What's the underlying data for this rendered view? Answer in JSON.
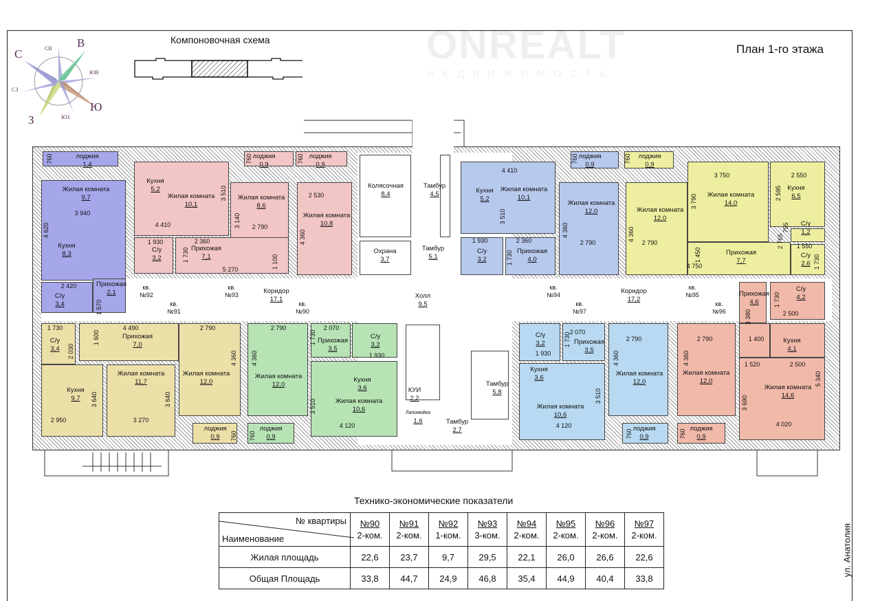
{
  "header": {
    "layout_scheme_title": "Компоновочная схема",
    "plan_title": "План 1-го этажа",
    "watermark": {
      "brand": "ONREALT",
      "subtitle": "НЕДВИЖИМОСТЬ"
    }
  },
  "compass": {
    "N": "С",
    "NE": "СВ",
    "E": "В",
    "SE": "ЮВ",
    "S": "Ю",
    "SW": "ЮЗ",
    "W": "З",
    "NW": "СЗ"
  },
  "apartment_colors": {
    "p90": "#b7e3b5",
    "p91": "#ece0a9",
    "p92": "#a6a6ea",
    "p93": "#f3c6c6",
    "p94": "#b8c9ee",
    "p95": "#eeeea0",
    "p96": "#f1b9aa",
    "p97": "#b8d9f1"
  },
  "apartment_tags": [
    {
      "prefix": "кв.",
      "num": "№92"
    },
    {
      "prefix": "кв.",
      "num": "№93"
    },
    {
      "prefix": "кв.",
      "num": "№91"
    },
    {
      "prefix": "кв.",
      "num": "№90"
    },
    {
      "prefix": "кв.",
      "num": "№94"
    },
    {
      "prefix": "кв.",
      "num": "№95"
    },
    {
      "prefix": "кв.",
      "num": "№97"
    },
    {
      "prefix": "кв.",
      "num": "№96"
    }
  ],
  "rooms": [
    {
      "name": "лоджия",
      "area": "1,4"
    },
    {
      "name": "Жилая комната",
      "area": "9,7"
    },
    {
      "name": "Кухня",
      "area": "8,3"
    },
    {
      "name": "С/у",
      "area": "3,4"
    },
    {
      "name": "Прихожая",
      "area": "2,1"
    },
    {
      "name": "Кухня",
      "area": "5,2"
    },
    {
      "name": "Жилая комната",
      "area": "10,1"
    },
    {
      "name": "Жилая комната",
      "area": "8,6"
    },
    {
      "name": "Жилая комната",
      "area": "10,8"
    },
    {
      "name": "лоджия",
      "area": "0,9"
    },
    {
      "name": "лоджия",
      "area": "0,9"
    },
    {
      "name": "С/у",
      "area": "3,2"
    },
    {
      "name": "Прихожая",
      "area": "7,1"
    },
    {
      "name": "Колясочная",
      "area": "8,4"
    },
    {
      "name": "Охрана",
      "area": "3,7"
    },
    {
      "name": "Тамбур",
      "area": "4,5"
    },
    {
      "name": "Тамбур",
      "area": "5,1"
    },
    {
      "name": "Холл",
      "area": "9,5"
    },
    {
      "name": "Коридор",
      "area": "17,1"
    },
    {
      "name": "Коридор",
      "area": "17,2"
    },
    {
      "name": "Кухня",
      "area": "5,2"
    },
    {
      "name": "Жилая комната",
      "area": "10,1"
    },
    {
      "name": "Жилая комната",
      "area": "12,0"
    },
    {
      "name": "лоджия",
      "area": "0,9"
    },
    {
      "name": "С/у",
      "area": "3,2"
    },
    {
      "name": "Прихожая",
      "area": "4,0"
    },
    {
      "name": "лоджия",
      "area": "0,9"
    },
    {
      "name": "Жилая комната",
      "area": "12,0"
    },
    {
      "name": "Жилая комната",
      "area": "14,0"
    },
    {
      "name": "Кухня",
      "area": "6,5"
    },
    {
      "name": "С/у",
      "area": "1,2"
    },
    {
      "name": "С/у",
      "area": "2,6"
    },
    {
      "name": "Прихожая",
      "area": "7,7"
    },
    {
      "name": "Прихожая",
      "area": "4,6"
    },
    {
      "name": "С/у",
      "area": "4,2"
    },
    {
      "name": "Кухня",
      "area": "4,1"
    },
    {
      "name": "Жилая комната",
      "area": "14,6"
    },
    {
      "name": "Жилая комната",
      "area": "12,0"
    },
    {
      "name": "лоджия",
      "area": "0,9"
    },
    {
      "name": "С/у",
      "area": "3,2"
    },
    {
      "name": "Прихожая",
      "area": "3,5"
    },
    {
      "name": "Кухня",
      "area": "3,6"
    },
    {
      "name": "Жилая комната",
      "area": "10,6"
    },
    {
      "name": "Жилая комната",
      "area": "12,0"
    },
    {
      "name": "лоджия",
      "area": "0,9"
    },
    {
      "name": "Тамбур",
      "area": "5,8"
    },
    {
      "name": "Тамбур",
      "area": "2,7"
    },
    {
      "name": "КУИ",
      "area": "2,2"
    },
    {
      "name": "Лапомойка",
      "area": "1,6"
    },
    {
      "name": "С/у",
      "area": "3,4"
    },
    {
      "name": "Прихожая",
      "area": "7,0"
    },
    {
      "name": "Кухня",
      "area": "9,7"
    },
    {
      "name": "Жилая комната",
      "area": "11,7"
    },
    {
      "name": "Жилая комната",
      "area": "12,0"
    },
    {
      "name": "лоджия",
      "area": "0,9"
    },
    {
      "name": "Жилая комната",
      "area": "12,0"
    },
    {
      "name": "лоджия",
      "area": "0,9"
    },
    {
      "name": "Прихожая",
      "area": "3,5"
    },
    {
      "name": "С/у",
      "area": "3,2"
    },
    {
      "name": "Кухня",
      "area": "3,6"
    },
    {
      "name": "Жилая комната",
      "area": "10,6"
    }
  ],
  "dimensions": [
    "760",
    "3 940",
    "4 620",
    "2 420",
    "1 570",
    "760",
    "760",
    "3 510",
    "4 410",
    "3 140",
    "2 790",
    "2 530",
    "4 360",
    "1 930",
    "2 360",
    "1 730",
    "5 270",
    "1 100",
    "4 410",
    "3 510",
    "760",
    "1 930",
    "2 360",
    "1 730",
    "4 360",
    "2 790",
    "760",
    "3 750",
    "2 550",
    "2 595",
    "3 790",
    "4 360",
    "2 790",
    "795",
    "1 550",
    "2 765",
    "1 450",
    "4 750",
    "1 730",
    "1 730",
    "2 500",
    "3 380",
    "1 400",
    "1 520",
    "2 500",
    "5 340",
    "3 690",
    "4 020",
    "2 790",
    "4 360",
    "760",
    "2 070",
    "1 730",
    "1 930",
    "2 790",
    "4 360",
    "3 510",
    "4 120",
    "760",
    "1 730",
    "4 490",
    "2 790",
    "1 600",
    "2 030",
    "3 640",
    "3 640",
    "4 360",
    "2 950",
    "3 270",
    "760",
    "2 790",
    "2 070",
    "1 730",
    "1 930",
    "4 360",
    "3 510",
    "4 120",
    "760"
  ],
  "table": {
    "title": "Технико-экономические показатели",
    "corner_top": "№ квартиры",
    "corner_bottom": "Наименование",
    "apartments": [
      {
        "num": "№90",
        "type": "2-ком."
      },
      {
        "num": "№91",
        "type": "2-ком."
      },
      {
        "num": "№92",
        "type": "1-ком."
      },
      {
        "num": "№93",
        "type": "3-ком."
      },
      {
        "num": "№94",
        "type": "2-ком."
      },
      {
        "num": "№95",
        "type": "2-ком."
      },
      {
        "num": "№96",
        "type": "2-ком."
      },
      {
        "num": "№97",
        "type": "2-ком."
      }
    ],
    "rows": [
      {
        "label": "Жилая площадь",
        "values": [
          "22,6",
          "23,7",
          "9,7",
          "29,5",
          "22,1",
          "26,0",
          "26,6",
          "22,6"
        ]
      },
      {
        "label": "Общая Площадь",
        "values": [
          "33,8",
          "44,7",
          "24,9",
          "46,8",
          "35,4",
          "44,9",
          "40,4",
          "33,8"
        ]
      }
    ]
  },
  "street": "ул. Анатолия"
}
